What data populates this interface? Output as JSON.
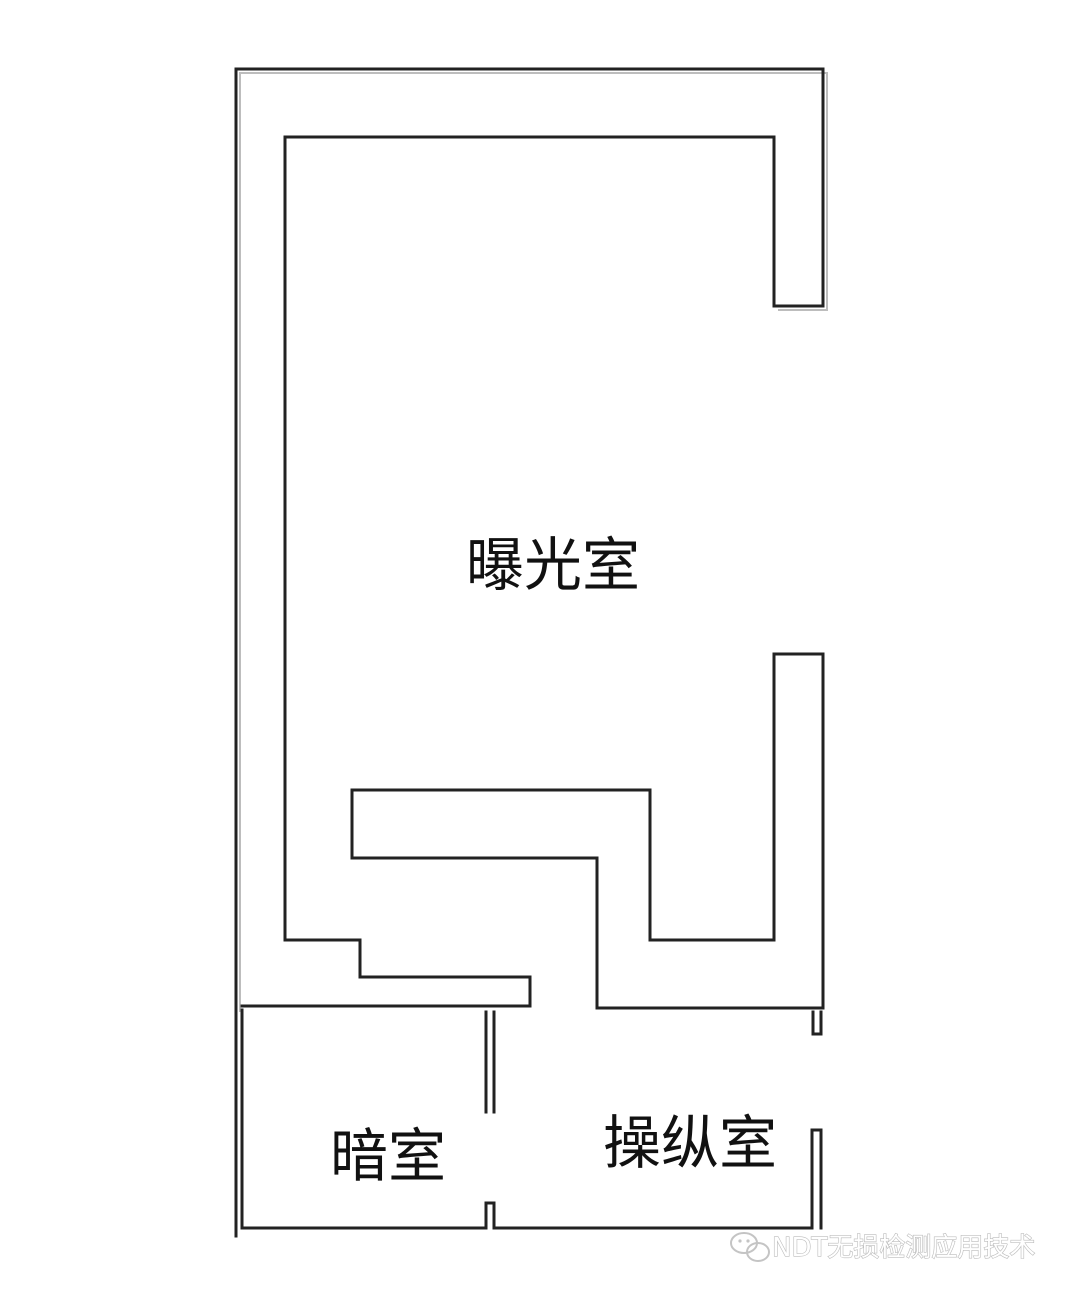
{
  "rooms": {
    "exposure": "曝光室",
    "darkroom": "暗室",
    "control": "操纵室"
  },
  "watermark": {
    "text": "NDT无损检测应用技术",
    "icon": "wechat-icon"
  }
}
